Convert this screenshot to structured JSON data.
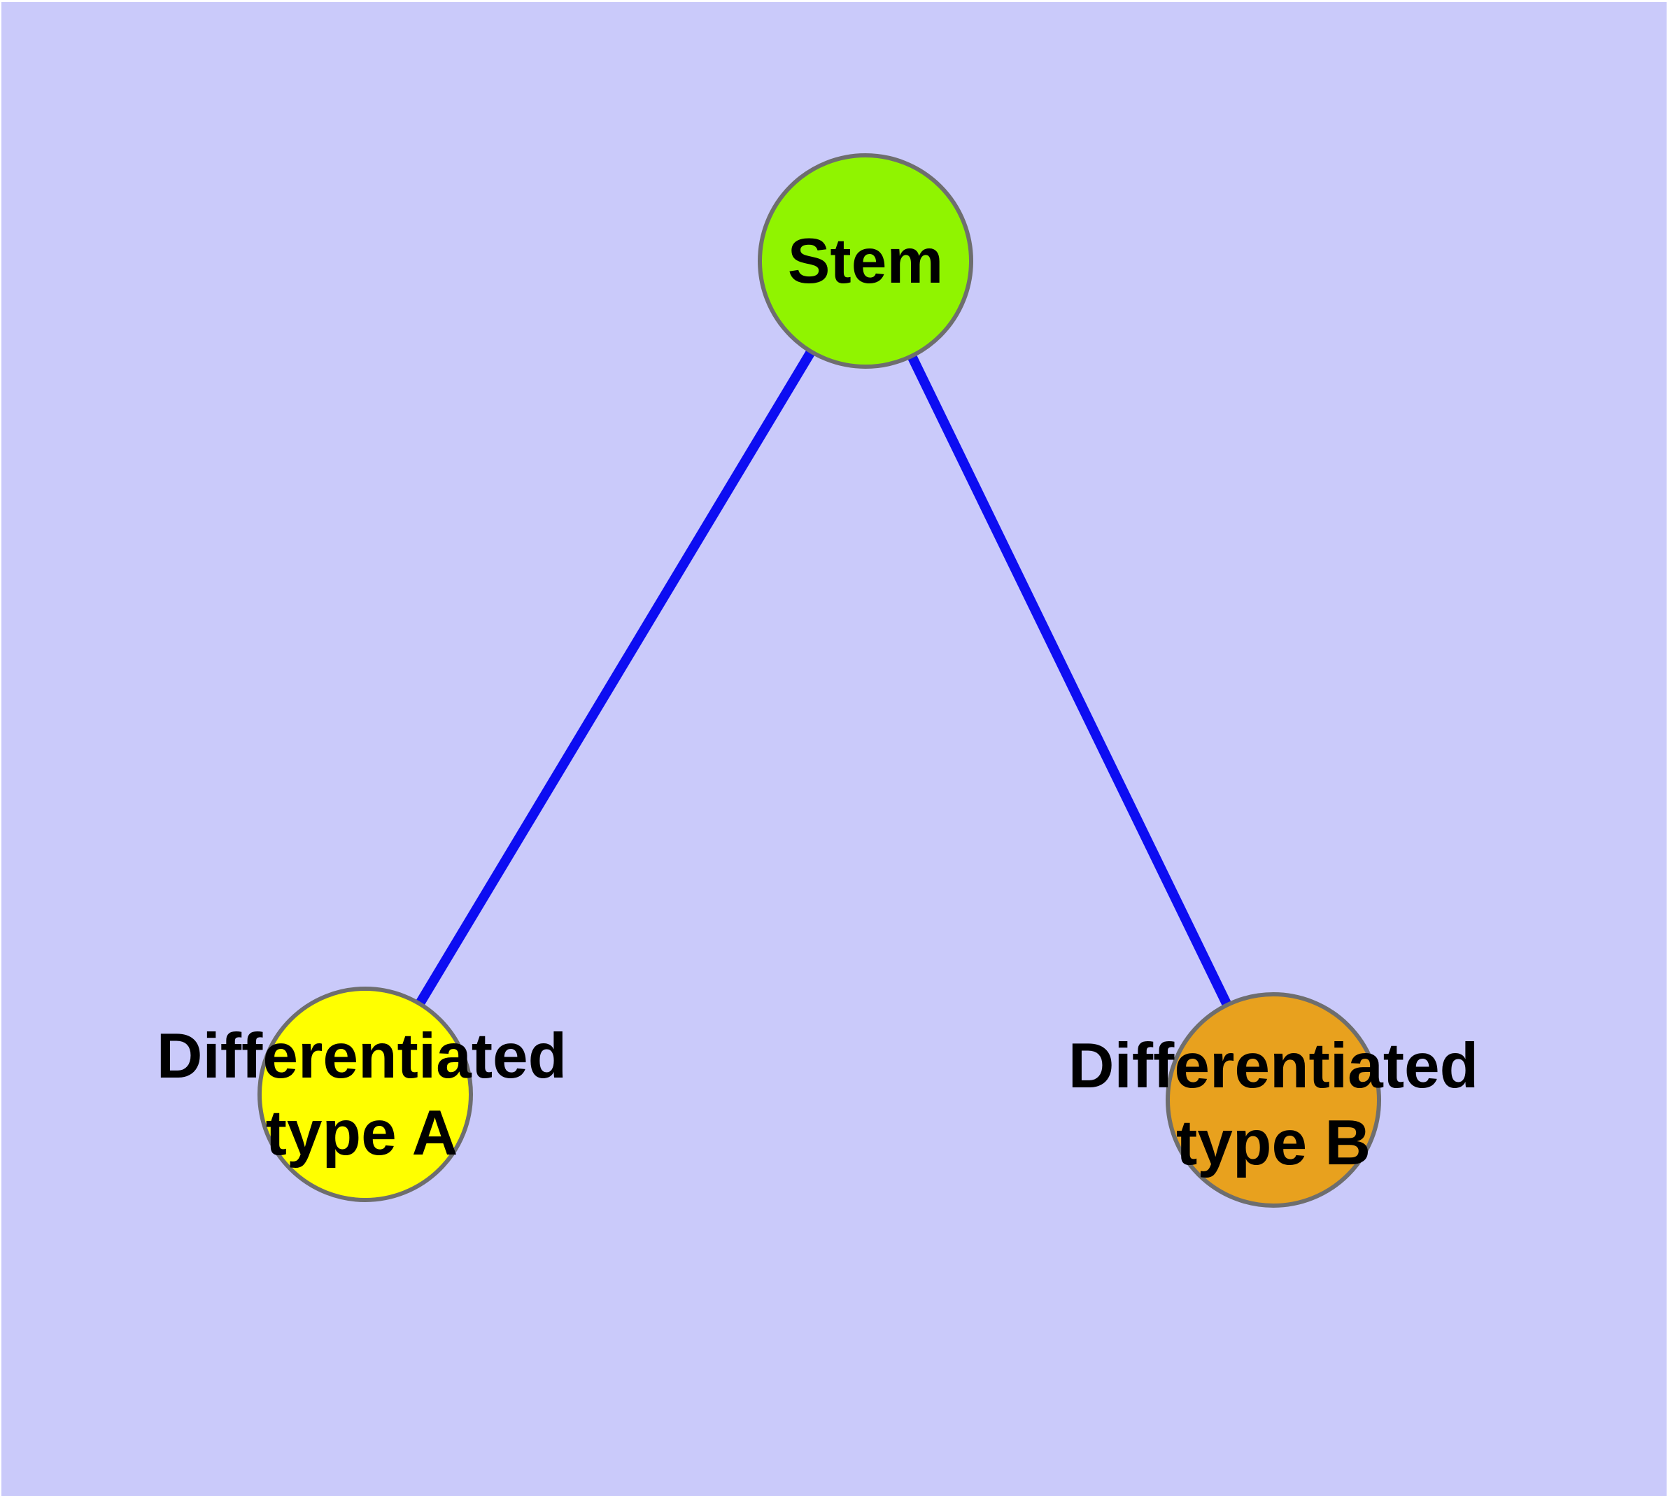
{
  "diagram": {
    "background_color": "#CACAFA",
    "edge_color": "#0D0DF2",
    "node_border_color": "#6E6E6E",
    "label_color": "#000000",
    "nodes": {
      "stem": {
        "label": "Stem",
        "fill": "#90F400"
      },
      "type_a": {
        "label_line1": "Differentiated",
        "label_line2": "type A",
        "label_full": "Differentiated type A",
        "fill": "#FFFF00"
      },
      "type_b": {
        "label_line1": "Differentiated",
        "label_line2": "type B",
        "label_full": "Differentiated type B",
        "fill": "#E8A11E"
      }
    },
    "edges": [
      {
        "from": "Stem",
        "to": "Differentiated type A"
      },
      {
        "from": "Stem",
        "to": "Differentiated type B"
      }
    ]
  }
}
